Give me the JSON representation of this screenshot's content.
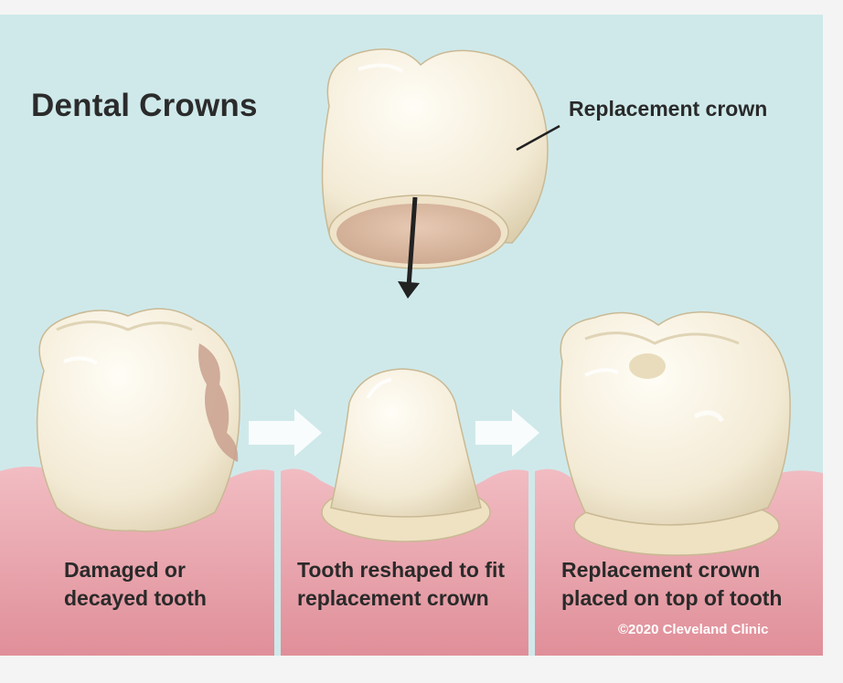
{
  "title": "Dental Crowns",
  "labels": {
    "replacement_crown": "Replacement crown",
    "step1_line1": "Damaged or",
    "step1_line2": "decayed tooth",
    "step2_line1": "Tooth reshaped to fit",
    "step2_line2": "replacement crown",
    "step3_line1": "Replacement crown",
    "step3_line2": "placed on top of tooth"
  },
  "copyright": "©2020 Cleveland Clinic",
  "colors": {
    "background": "#cfe9ea",
    "gum": "#e8a0a8",
    "tooth": "#f3ebd7",
    "decay": "#c9a08e"
  }
}
